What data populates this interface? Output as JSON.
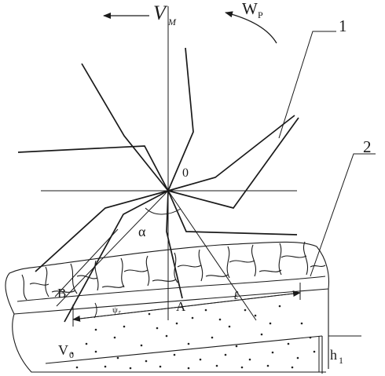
{
  "labels": {
    "velocity_machine": "V",
    "velocity_machine_sub": "M",
    "rotation": "W",
    "rotation_sub": "P",
    "ref_1": "1",
    "ref_2": "2",
    "center": "0",
    "alpha": "α",
    "point_b": "B",
    "point_a": "A",
    "length": "ℓ",
    "angle_psi": "ψ",
    "angle_psi_sub": "r",
    "initial_velocity": "V",
    "initial_velocity_sub": "0",
    "height": "h",
    "height_sub": "1"
  }
}
